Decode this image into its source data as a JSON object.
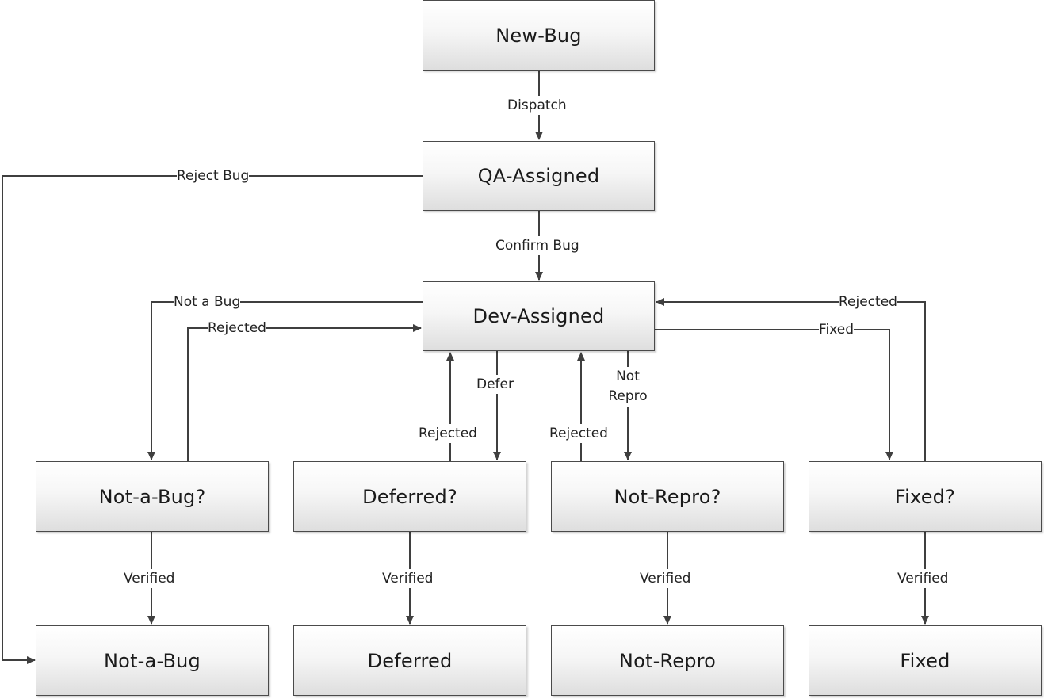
{
  "line_color": "#3f3f3f",
  "nodes": {
    "new_bug": "New-Bug",
    "qa_assigned": "QA-Assigned",
    "dev_assigned": "Dev-Assigned",
    "not_a_bug_q": "Not-a-Bug?",
    "deferred_q": "Deferred?",
    "not_repro_q": "Not-Repro?",
    "fixed_q": "Fixed?",
    "not_a_bug": "Not-a-Bug",
    "deferred": "Deferred",
    "not_repro": "Not-Repro",
    "fixed": "Fixed"
  },
  "edges": {
    "dispatch": "Dispatch",
    "confirm_bug": "Confirm Bug",
    "reject_bug": "Reject Bug",
    "not_a_bug": "Not a Bug",
    "rejected_not_a_bug": "Rejected",
    "defer": "Defer",
    "rejected_deferred": "Rejected",
    "rejected_not_repro": "Rejected",
    "not_repro_line1": "Not",
    "not_repro_line2": "Repro",
    "rejected_fixed": "Rejected",
    "fixed": "Fixed",
    "verified_not_a_bug": "Verified",
    "verified_deferred": "Verified",
    "verified_not_repro": "Verified",
    "verified_fixed": "Verified"
  }
}
